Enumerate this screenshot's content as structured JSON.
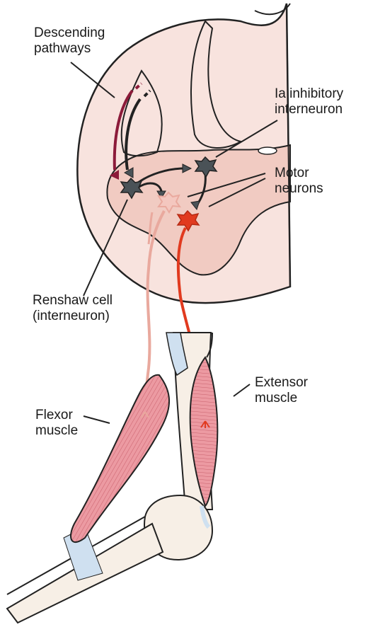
{
  "labels": {
    "descending_pathways": [
      "Descending",
      "pathways"
    ],
    "ia_interneuron": [
      "Ia inhibitory",
      "interneuron"
    ],
    "motor_neurons": [
      "Motor",
      "neurons"
    ],
    "renshaw_cell": [
      "Renshaw cell",
      "(interneuron)"
    ],
    "extensor_muscle": [
      "Extensor",
      "muscle"
    ],
    "flexor_muscle": [
      "Flexor",
      "muscle"
    ]
  },
  "colors": {
    "cord_tissue": "#f8e3de",
    "grey_matter": "#f1cbc2",
    "outline": "#222222",
    "descending_tract": "#8c1b3a",
    "interneuron_fill": "#4a5257",
    "flexor_motor_neuron": "#e9a99e",
    "extensor_motor_neuron": "#e13a1f",
    "muscle": "#ec9aa2",
    "muscle_striation": "#c9606c",
    "bone": "#f7efe6",
    "tendon": "#cfe0f0"
  }
}
